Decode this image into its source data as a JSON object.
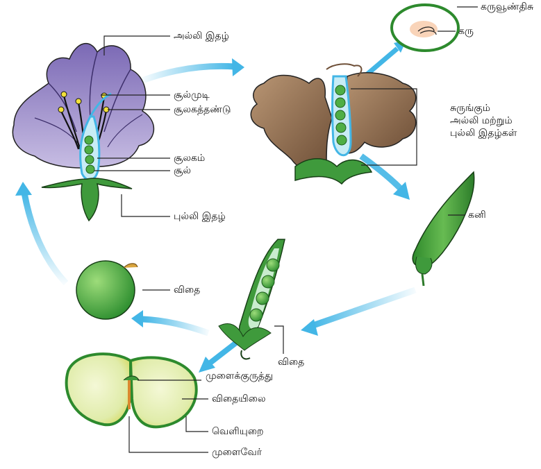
{
  "labels": {
    "petal": "அல்லி இதழ்",
    "stigma": "சூல்முடி",
    "style": "சூலகத்தண்டு",
    "ovary": "சூலகம்",
    "ovule": "சூல்",
    "sepal": "புல்லி இதழ்",
    "endosperm": "கருவூண்திசு",
    "embryo": "கரு",
    "shrivel_1": "சுருங்கும்",
    "shrivel_2": "அல்லி மற்றும்",
    "shrivel_3": "புல்லி இதழ்கள்",
    "fruit": "கனி",
    "seed_left": "விதை",
    "seed_pod": "விதை",
    "plumule": "முளைக்குருத்து",
    "cotyledon": "விதையிலை",
    "seed_coat": "வெளியுறை",
    "radicle": "முளைவேர்"
  },
  "colors": {
    "petal_purple": "#9a86c8",
    "leaf_green": "#3f9a3c",
    "arrow_blue": "#43b6e6",
    "wilted_brown": "#8b6a4e",
    "cotyledon_yellow": "#e3efb0",
    "seed_green": "#39a23a"
  }
}
